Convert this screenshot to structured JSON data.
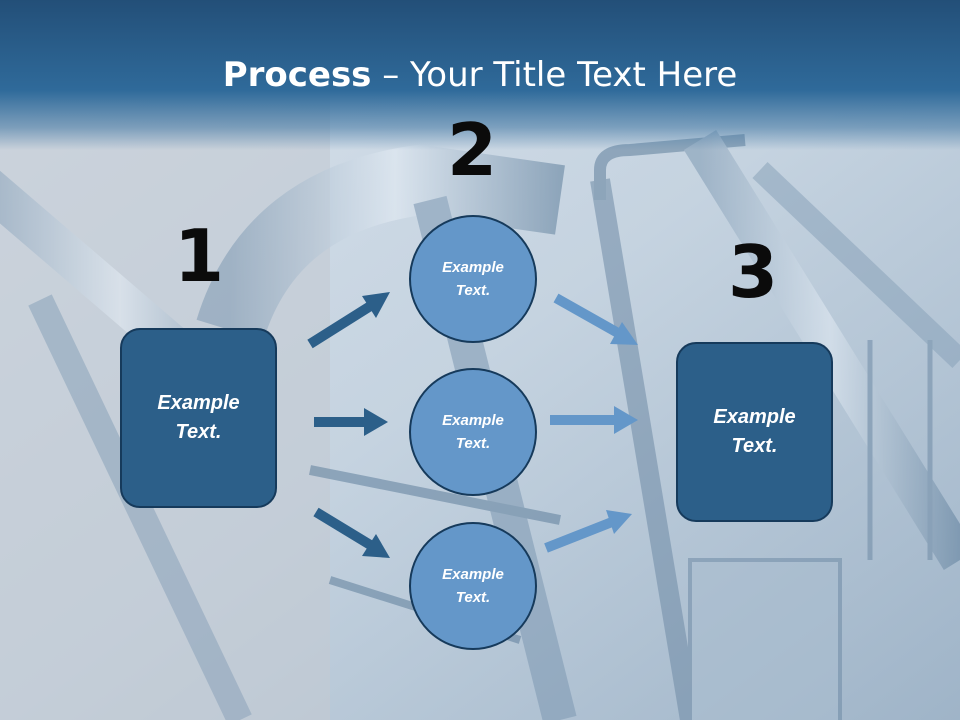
{
  "title": {
    "bold": "Process",
    "rest": " – Your Title Text Here"
  },
  "steps": {
    "one": "1",
    "two": "2",
    "three": "3"
  },
  "left_box": {
    "line1": "Example",
    "line2": "Text."
  },
  "circles": [
    {
      "line1": "Example",
      "line2": "Text."
    },
    {
      "line1": "Example",
      "line2": "Text."
    },
    {
      "line1": "Example",
      "line2": "Text."
    }
  ],
  "right_box": {
    "line1": "Example",
    "line2": "Text."
  },
  "colors": {
    "dark_blue": "#2c5f89",
    "light_blue": "#6497c9",
    "outline": "#163a5b",
    "title_bar": "#2f6a9a"
  }
}
